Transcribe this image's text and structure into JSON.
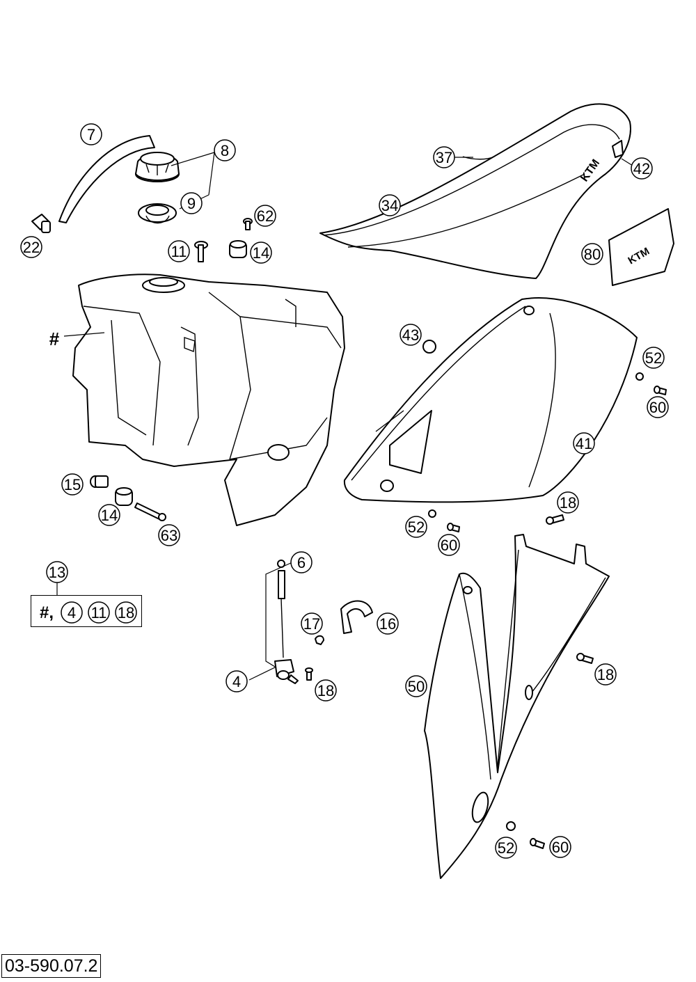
{
  "callouts": [
    {
      "label": "7"
    },
    {
      "label": "8"
    },
    {
      "label": "9"
    },
    {
      "label": "22"
    },
    {
      "label": "62"
    },
    {
      "label": "11"
    },
    {
      "label": "14"
    },
    {
      "label": "37"
    },
    {
      "label": "34"
    },
    {
      "label": "42"
    },
    {
      "label": "80"
    },
    {
      "label": "#"
    },
    {
      "label": "43"
    },
    {
      "label": "52"
    },
    {
      "label": "60"
    },
    {
      "label": "41"
    },
    {
      "label": "15"
    },
    {
      "label": "14"
    },
    {
      "label": "63"
    },
    {
      "label": "52"
    },
    {
      "label": "60"
    },
    {
      "label": "18"
    },
    {
      "label": "13"
    },
    {
      "label": "6"
    },
    {
      "label": "17"
    },
    {
      "label": "16"
    },
    {
      "label": "4"
    },
    {
      "label": "18"
    },
    {
      "label": "18"
    },
    {
      "label": "50"
    },
    {
      "label": "52"
    },
    {
      "label": "60"
    }
  ],
  "kit": {
    "prefix": "#,",
    "items": [
      {
        "label": "4"
      },
      {
        "label": "11"
      },
      {
        "label": "18"
      }
    ]
  },
  "seat_logo": "KTM",
  "document_code": "03-590.07.2"
}
